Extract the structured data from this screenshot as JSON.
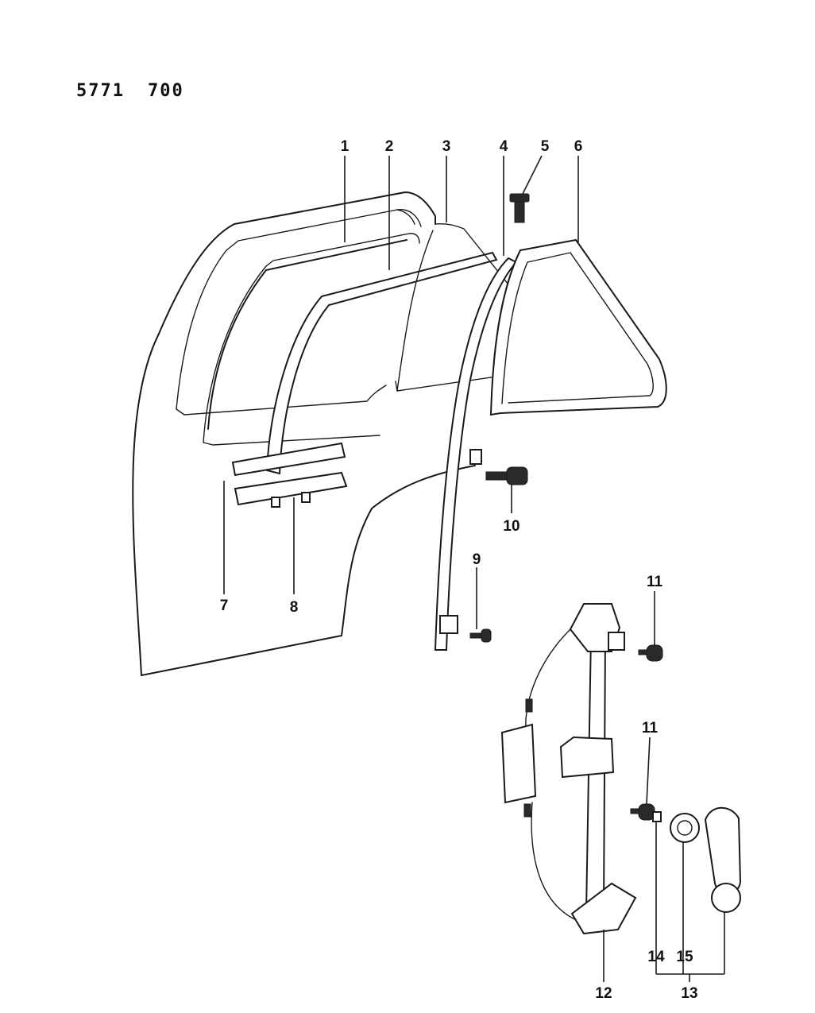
{
  "header": {
    "code_a": "5771",
    "code_b": "700"
  },
  "callouts": [
    {
      "id": "c1",
      "text": "1"
    },
    {
      "id": "c2",
      "text": "2"
    },
    {
      "id": "c3",
      "text": "3"
    },
    {
      "id": "c4",
      "text": "4"
    },
    {
      "id": "c5",
      "text": "5"
    },
    {
      "id": "c6",
      "text": "6"
    },
    {
      "id": "c7",
      "text": "7"
    },
    {
      "id": "c8",
      "text": "8"
    },
    {
      "id": "c9",
      "text": "9"
    },
    {
      "id": "c10",
      "text": "10"
    },
    {
      "id": "c11a",
      "text": "11"
    },
    {
      "id": "c11b",
      "text": "11"
    },
    {
      "id": "c12",
      "text": "12"
    },
    {
      "id": "c13",
      "text": "13"
    },
    {
      "id": "c14",
      "text": "14"
    },
    {
      "id": "c15",
      "text": "15"
    }
  ]
}
